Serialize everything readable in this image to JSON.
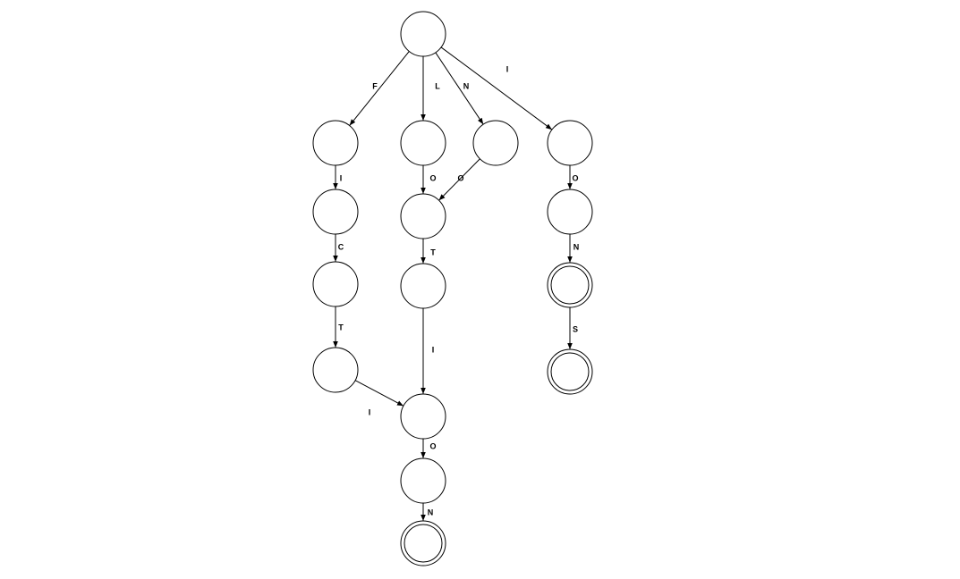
{
  "diagram": {
    "type": "trie-automaton",
    "nodes": [
      {
        "id": "root",
        "accepting": false
      },
      {
        "id": "F",
        "accepting": false
      },
      {
        "id": "L",
        "accepting": false
      },
      {
        "id": "N",
        "accepting": false
      },
      {
        "id": "I",
        "accepting": false
      },
      {
        "id": "FI",
        "accepting": false
      },
      {
        "id": "LO",
        "accepting": false
      },
      {
        "id": "IO",
        "accepting": false
      },
      {
        "id": "FIC",
        "accepting": false
      },
      {
        "id": "LOT",
        "accepting": false
      },
      {
        "id": "ION",
        "accepting": true
      },
      {
        "id": "FICT",
        "accepting": false
      },
      {
        "id": "IONS",
        "accepting": true
      },
      {
        "id": "LOTI",
        "accepting": false
      },
      {
        "id": "LOTIO",
        "accepting": false
      },
      {
        "id": "LOTION",
        "accepting": true
      }
    ],
    "edges": [
      {
        "id": "e-root-F",
        "from": "root",
        "to": "F",
        "label": "F"
      },
      {
        "id": "e-root-L",
        "from": "root",
        "to": "L",
        "label": "L"
      },
      {
        "id": "e-root-N",
        "from": "root",
        "to": "N",
        "label": "N"
      },
      {
        "id": "e-root-I",
        "from": "root",
        "to": "I",
        "label": "I"
      },
      {
        "id": "e-F-FI",
        "from": "F",
        "to": "FI",
        "label": "I"
      },
      {
        "id": "e-L-LO",
        "from": "L",
        "to": "LO",
        "label": "O"
      },
      {
        "id": "e-N-LO",
        "from": "N",
        "to": "LO",
        "label": "O"
      },
      {
        "id": "e-I-IO",
        "from": "I",
        "to": "IO",
        "label": "O"
      },
      {
        "id": "e-FI-FIC",
        "from": "FI",
        "to": "FIC",
        "label": "C"
      },
      {
        "id": "e-LO-LOT",
        "from": "LO",
        "to": "LOT",
        "label": "T"
      },
      {
        "id": "e-IO-ION",
        "from": "IO",
        "to": "ION",
        "label": "N"
      },
      {
        "id": "e-FIC-FICT",
        "from": "FIC",
        "to": "FICT",
        "label": "T"
      },
      {
        "id": "e-ION-IONS",
        "from": "ION",
        "to": "IONS",
        "label": "S"
      },
      {
        "id": "e-LOT-LOTI",
        "from": "LOT",
        "to": "LOTI",
        "label": "I"
      },
      {
        "id": "e-FICT-LOTI",
        "from": "FICT",
        "to": "LOTI",
        "label": "I"
      },
      {
        "id": "e-LOTI-LOTIO",
        "from": "LOTI",
        "to": "LOTIO",
        "label": "O"
      },
      {
        "id": "e-LOTIO-LOTION",
        "from": "LOTIO",
        "to": "LOTION",
        "label": "N"
      }
    ]
  }
}
